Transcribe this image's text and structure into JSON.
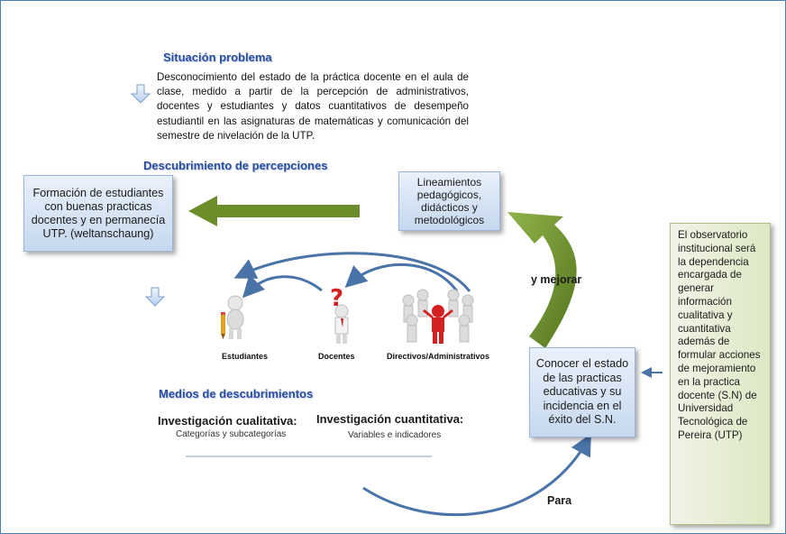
{
  "headings": {
    "situacion": "Situación problema",
    "descubrimiento": "Descubrimiento de percepciones",
    "medios": "Medios de descubrimientos"
  },
  "problem_text": "Desconocimiento del estado de la práctica docente en el aula de clase, medido a partir de la percepción de administrativos, docentes y estudiantes y datos cuantitativos de desempeño estudiantil en las asignaturas de matemáticas y comunicación del semestre de nivelación de la UTP.",
  "boxes": {
    "formacion": "Formación de estudiantes con buenas practicas docentes y en permanecía UTP. (weltanschaung)",
    "lineamientos": "Lineamientos pedagógicos, didácticos y metodológicos",
    "conocer": "Conocer el estado de las practicas educativas y su incidencia en el éxito del S.N.",
    "observatorio": "El observatorio institucional será la dependencia encargada de generar información cualitativa y cuantitativa además de formular acciones de mejoramiento en la practica docente (S.N) de Universidad Tecnológica de Pereira (UTP)"
  },
  "figures": {
    "estudiantes": "Estudiantes",
    "docentes": "Docentes",
    "directivos": "Directivos/Administrativos"
  },
  "methods": {
    "cualitativa_title": "Investigación cualitativa:",
    "cualitativa_sub": "Categorías y subcategorías",
    "cuantitativa_title": "Investigación cuantitativa:",
    "cuantitativa_sub": "Variables e indicadores"
  },
  "arrow_labels": {
    "mejorar": "y mejorar",
    "para": "Para"
  },
  "colors": {
    "heading": "#2b4d9c",
    "green_arrow": "#6b8e2b",
    "blue_arrow": "#4a74a8",
    "blue_box": "#c6d8ee",
    "green_box": "#dde7c4",
    "red_figure": "#d42020"
  }
}
